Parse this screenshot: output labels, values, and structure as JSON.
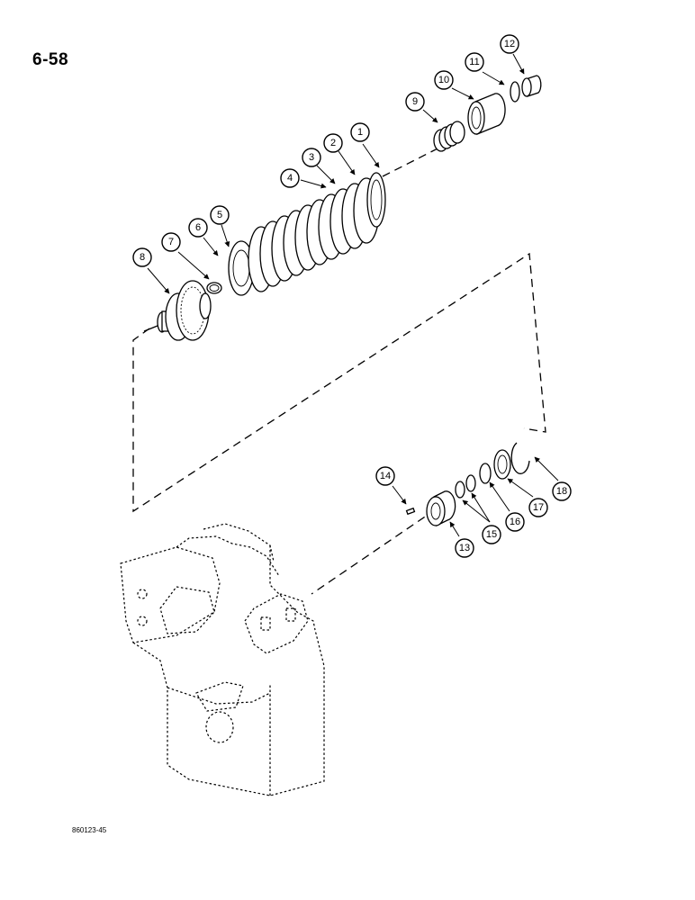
{
  "page": {
    "page_number": "6-58",
    "drawing_code": "860123-45"
  },
  "diagram": {
    "callouts": [
      "1",
      "2",
      "3",
      "4",
      "5",
      "6",
      "7",
      "8",
      "9",
      "10",
      "11",
      "12",
      "13",
      "14",
      "15",
      "16",
      "17",
      "18"
    ]
  }
}
